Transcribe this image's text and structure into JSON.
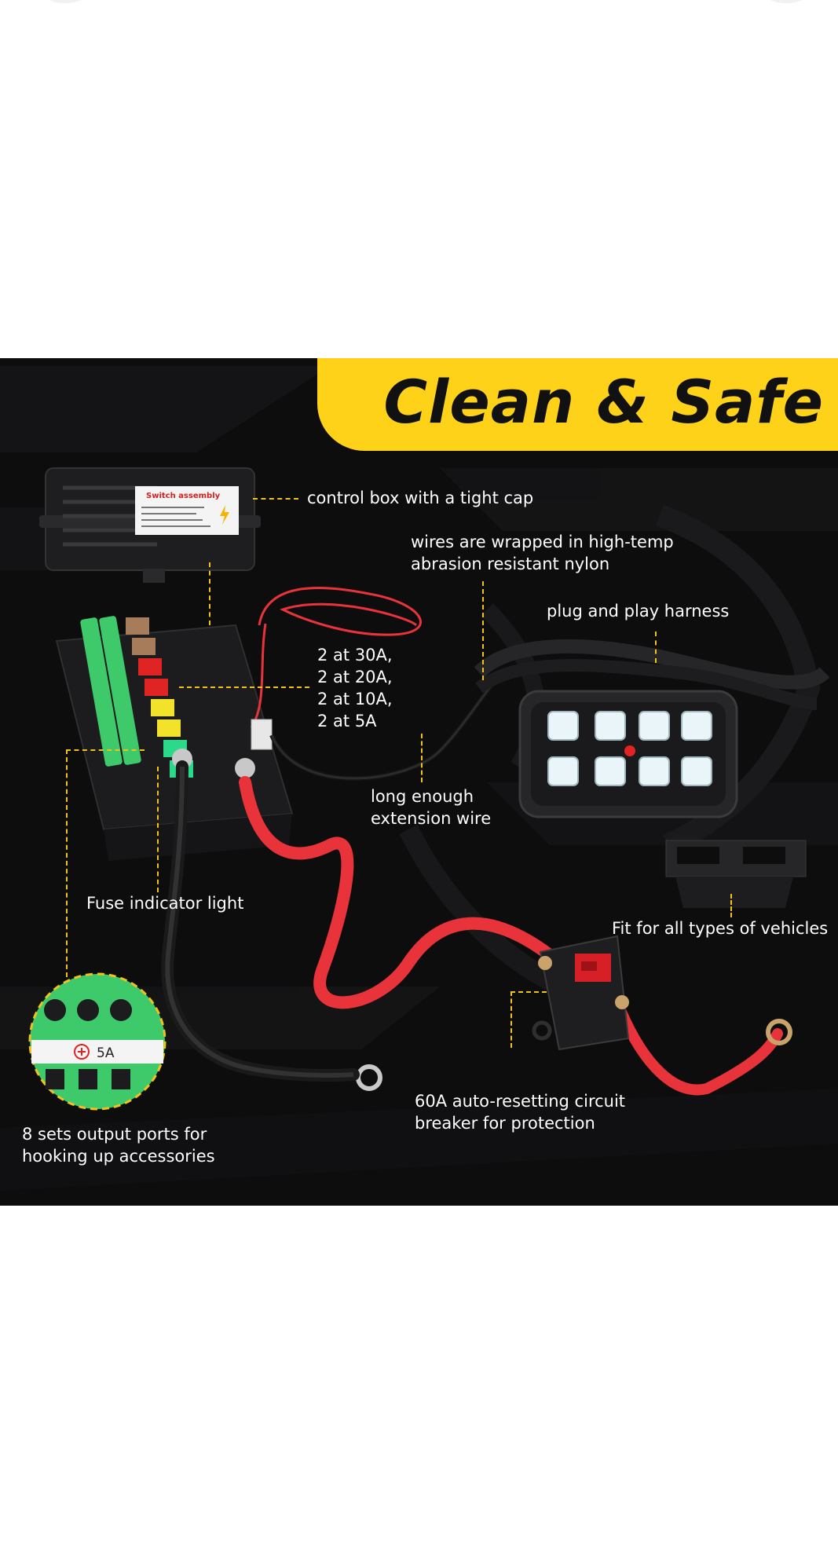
{
  "headline": "Clean & Safe",
  "callouts": {
    "control_box": "control box with a tight cap",
    "wires": [
      "wires are wrapped in high-temp",
      "abrasion resistant nylon"
    ],
    "harness": "plug and play harness",
    "fuses": [
      "2 at 30A,",
      "2 at 20A,",
      "2 at 10A,",
      "2 at 5A"
    ],
    "extension": [
      "long enough",
      "extension wire"
    ],
    "vehicles": "Fit for all types of vehicles",
    "fuse_light": "Fuse indicator light",
    "breaker": [
      "60A auto-resetting circuit",
      "breaker for protection"
    ],
    "ports": [
      "8 sets output ports for",
      "hooking up accessories"
    ]
  },
  "product_text": {
    "control_box_sticker_title": "Switch assembly",
    "zoom_fuse_label": "5A"
  },
  "colors": {
    "banner": "#ffd21a",
    "background": "#0d0d0e",
    "callout_line": "#f2c21b",
    "wire_red": "#e8333b",
    "terminal_green": "#3ec96a"
  }
}
